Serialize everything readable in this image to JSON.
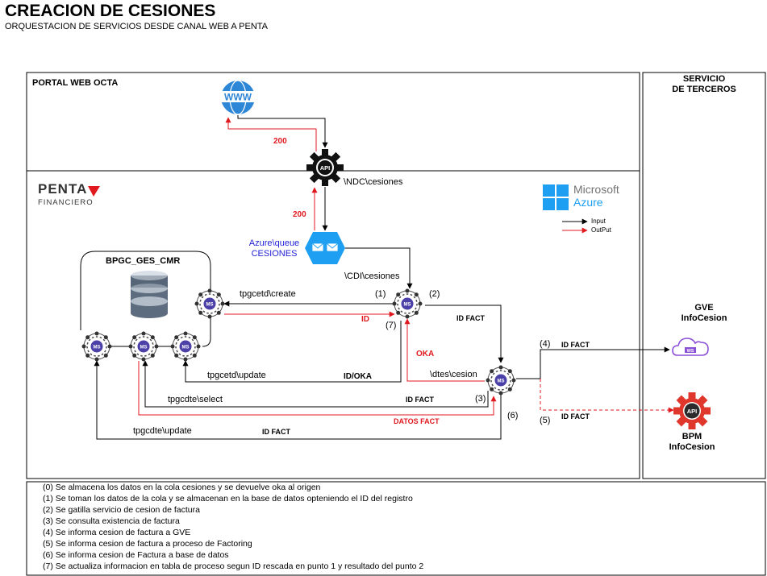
{
  "header": {
    "title": "CREACION DE CESIONES",
    "subtitle": "ORQUESTACION DE SERVICIOS DESDE CANAL WEB A PENTA"
  },
  "zones": {
    "portal": "PORTAL WEB OCTA",
    "terceros_line1": "SERVICIO",
    "terceros_line2": "DE TERCEROS",
    "penta_brand": "PENTA",
    "penta_sub": "FINANCIERO"
  },
  "azure": {
    "brand_line1": "Microsoft",
    "brand_line2": "Azure",
    "legend_input": "Input",
    "legend_output": "OutPut",
    "queue_line1": "Azure\\queue",
    "queue_line2": "CESIONES"
  },
  "icons": {
    "www": "WWW",
    "api": "API",
    "ms": "MS",
    "ws": "WS"
  },
  "db": {
    "name": "BPGC_GES_CMR"
  },
  "services": {
    "gve_line1": "GVE",
    "gve_line2": "InfoCesion",
    "bpm_line1": "BPM",
    "bpm_line2": "InfoCesion"
  },
  "labels": {
    "ndc": "\\NDC\\cesiones",
    "cdi": "\\CDI\\cesiones",
    "dtes": "\\dtes\\cesion",
    "r200a": "200",
    "r200b": "200",
    "tpgcetd_create": "tpgcetd\\create",
    "tpgcetd_update": "tpgcetd\\update",
    "tpgcdte_select": "tpgcdte\\select",
    "tpgcdte_update": "tpgcdte\\update",
    "id": "ID",
    "id_oka": "ID/OKA",
    "oka": "OKA",
    "id_fact_1": "ID FACT",
    "id_fact_2": "ID FACT",
    "id_fact_3": "ID FACT",
    "id_fact_4": "ID FACT",
    "id_fact_5": "ID FACT",
    "datos_fact": "DATOS FACT",
    "s1": "(1)",
    "s2": "(2)",
    "s3": "(3)",
    "s4": "(4)",
    "s5": "(5)",
    "s6": "(6)",
    "s7": "(7)"
  },
  "notes": [
    "(0)  Se almacena los datos en la cola cesiones y se devuelve oka al origen",
    "(1)  Se toman los datos de la cola y se almacenan en la base de datos opteniendo el ID del registro",
    "(2)  Se gatilla servicio de cesion de factura",
    "(3)  Se consulta existencia de factura",
    "(4)  Se informa cesion de factura a GVE",
    "(5)  Se informa cesion de factura a proceso de Factoring",
    "(6)  Se informa cesion de Factura a base de datos",
    "(7)  Se actualiza informacion en tabla de proceso segun ID rescada en punto 1 y resultado del punto 2"
  ],
  "colors": {
    "input": "#000000",
    "output": "#e0191f",
    "www_blue": "#2e86d6",
    "azure_blue": "#1e9ff2",
    "ms_purple": "#4b3fa8",
    "ws_purple": "#8a4fd6",
    "api_red": "#e0372c"
  }
}
